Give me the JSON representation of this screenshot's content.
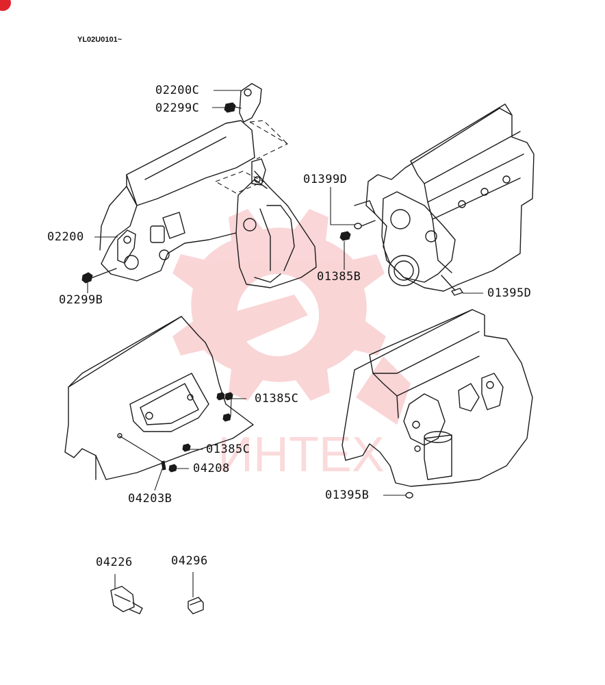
{
  "serial_range": "YL02U0101~",
  "watermark": {
    "text": "ИНТЕХ",
    "color": "#e8323a"
  },
  "accent_color": "#e0242c",
  "part_labels": [
    {
      "id": "02200C",
      "text": "02200C"
    },
    {
      "id": "02299C",
      "text": "02299C"
    },
    {
      "id": "02200",
      "text": "02200"
    },
    {
      "id": "02299B",
      "text": "02299B"
    },
    {
      "id": "01399D",
      "text": "01399D"
    },
    {
      "id": "01385B",
      "text": "01385B"
    },
    {
      "id": "01395D",
      "text": "01395D"
    },
    {
      "id": "01385C-a",
      "text": "01385C"
    },
    {
      "id": "01385C-b",
      "text": "01385C"
    },
    {
      "id": "04208",
      "text": "04208"
    },
    {
      "id": "04203B",
      "text": "04203B"
    },
    {
      "id": "01395B",
      "text": "01395B"
    },
    {
      "id": "04226",
      "text": "04226"
    },
    {
      "id": "04296",
      "text": "04296"
    }
  ]
}
